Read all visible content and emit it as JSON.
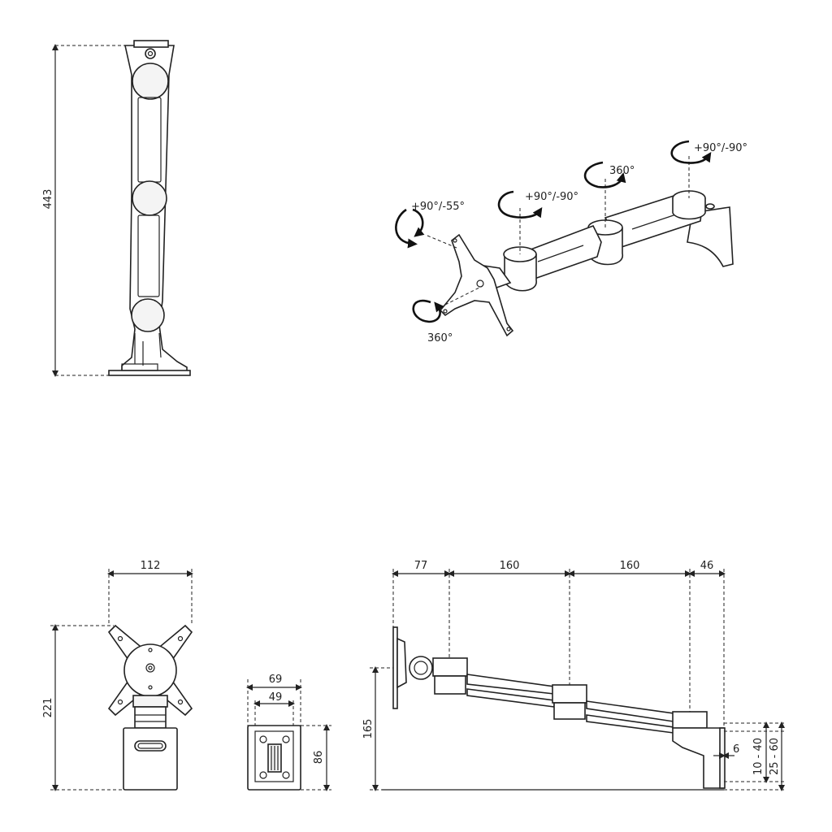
{
  "dimensions": {
    "side_height": "443",
    "front_width": "112",
    "front_height": "221",
    "clamp_width_outer": "69",
    "clamp_width_inner": "49",
    "clamp_height": "86",
    "reach_1": "77",
    "reach_2": "160",
    "reach_3": "160",
    "reach_4": "46",
    "reach_height": "165",
    "desk_gap": "6",
    "desk_range_1": "10 - 40",
    "desk_range_2": "25 - 60"
  },
  "rotations": {
    "tilt": "+90°/-55°",
    "pan_head": "360°",
    "joint_1": "+90°/-90°",
    "joint_2": "360°",
    "joint_3": "+90°/-90°"
  }
}
